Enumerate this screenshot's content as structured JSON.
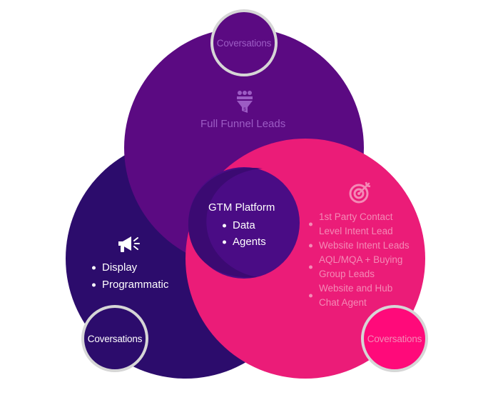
{
  "diagram": {
    "top_bubble": {
      "label": "Coversations"
    },
    "left_bubble": {
      "label": "Coversations"
    },
    "right_bubble": {
      "label": "Coversations"
    },
    "top_section": {
      "title": "Full Funnel Leads",
      "icon": "funnel-people-icon"
    },
    "left_section": {
      "icon": "megaphone-icon",
      "items": [
        "Display",
        "Programmatic"
      ]
    },
    "right_section": {
      "icon": "target-icon",
      "items": [
        [
          "1st Party Contact",
          "Level Intent Lead"
        ],
        [
          "Website Intent Leads"
        ],
        [
          "AQL/MQA + Buying",
          "Group Leads"
        ],
        [
          "Website and Hub",
          "Chat Agent"
        ]
      ]
    },
    "center": {
      "title": "GTM Platform",
      "items": [
        "Data",
        "Agents"
      ]
    }
  },
  "colors": {
    "top_circle": "#5b0a82",
    "left_circle": "#2c0c6c",
    "right_circle": "#eb1c78",
    "center_core": "#4a0c85",
    "text_on_dark": "#ffffff",
    "text_faded": "#9c5cc4",
    "text_on_pink": "#f48ab6",
    "bubble_border": "#d6d6d6",
    "bubble_right_fill": "#ff0a7a"
  }
}
